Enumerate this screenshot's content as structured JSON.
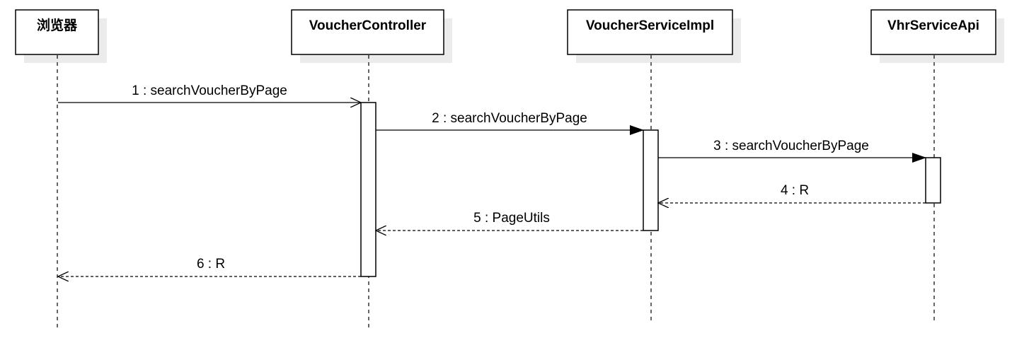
{
  "diagram": {
    "participants": [
      {
        "name": "浏览器"
      },
      {
        "name": "VoucherController"
      },
      {
        "name": "VoucherServiceImpl"
      },
      {
        "name": "VhrServiceApi"
      }
    ],
    "messages": [
      {
        "label": "1 : searchVoucherByPage",
        "from": 0,
        "to": 1,
        "kind": "call"
      },
      {
        "label": "2 : searchVoucherByPage",
        "from": 1,
        "to": 2,
        "kind": "call"
      },
      {
        "label": "3 : searchVoucherByPage",
        "from": 2,
        "to": 3,
        "kind": "call"
      },
      {
        "label": "4 : R",
        "from": 3,
        "to": 2,
        "kind": "return"
      },
      {
        "label": "5 : PageUtils",
        "from": 2,
        "to": 1,
        "kind": "return"
      },
      {
        "label": "6 : R",
        "from": 1,
        "to": 0,
        "kind": "return"
      }
    ]
  }
}
